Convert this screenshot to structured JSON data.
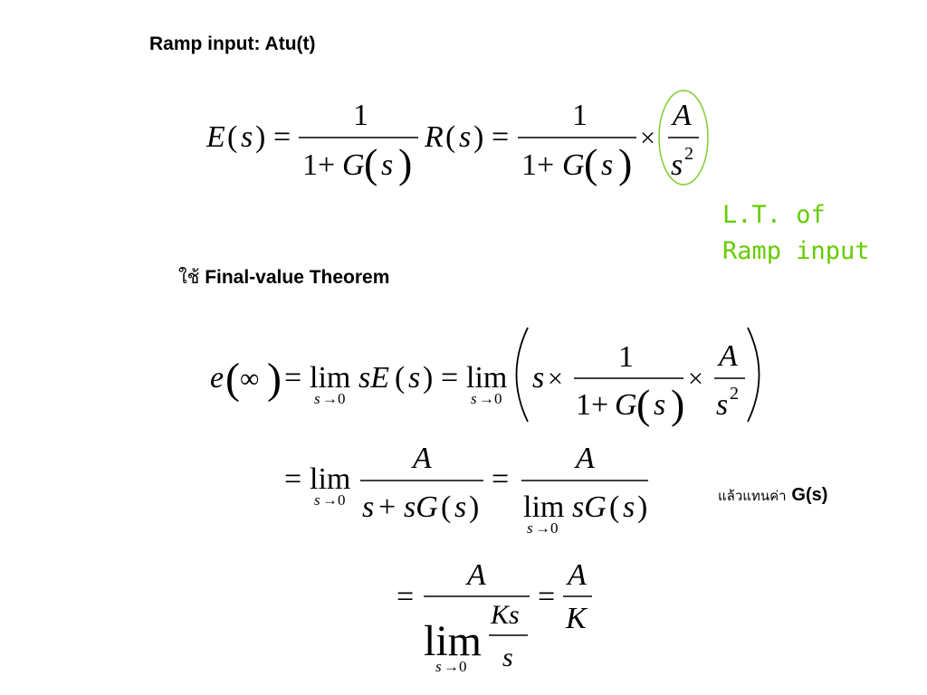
{
  "headings": {
    "ramp": "Ramp input: Atu(t)",
    "final_value_prefix": "ใช้",
    "final_value": "Final-value Theorem",
    "substitute_prefix": "แล้วแทนค่า",
    "substitute_g": "G(s)"
  },
  "annotation": {
    "line1": "L.T. of",
    "line2": "Ramp input",
    "color": "#66cc00"
  },
  "equations": {
    "eq1": "E(s) = 1/(1+G(s)) R(s) = 1/(1+G(s)) × A/s²",
    "eq2": "e(∞) = lim_{s→0} sE(s) = lim_{s→0} ( s × 1/(1+G(s)) × A/s² )",
    "eq3": "= lim_{s→0} A/(s + sG(s)) = A/(lim_{s→0} sG(s))",
    "eq4": "= A/(lim_{s→0} Ks/s) = A/K"
  }
}
